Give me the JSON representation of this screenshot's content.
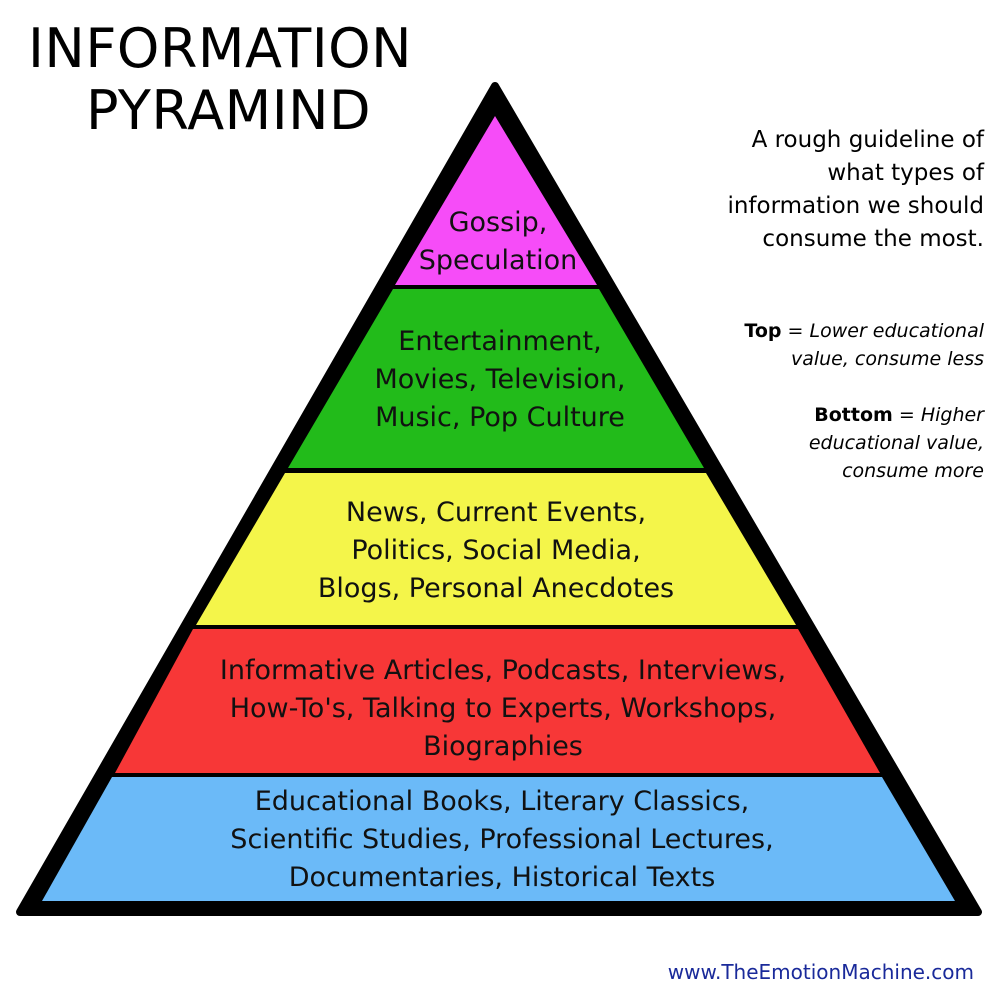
{
  "title": {
    "line1": "INFORMATION",
    "line2": "PYRAMIND"
  },
  "subtitle": {
    "lines": [
      "A rough guideline of",
      "what types of",
      "information we should",
      "consume the most."
    ]
  },
  "legend": {
    "top": {
      "key": "Top",
      "sep": " = ",
      "lines": [
        "Lower educational",
        "value, consume less"
      ]
    },
    "bottom": {
      "key": "Bottom",
      "sep": " = ",
      "lines": [
        "Higher",
        "educational value,",
        "consume more"
      ]
    }
  },
  "tiers": [
    {
      "color": "#f64cf8",
      "lines": [
        "Gossip,",
        "Speculation"
      ]
    },
    {
      "color": "#22bb1a",
      "lines": [
        "Entertainment,",
        "Movies, Television,",
        "Music, Pop Culture"
      ]
    },
    {
      "color": "#f4f54a",
      "lines": [
        "News, Current Events,",
        "Politics, Social Media,",
        "Blogs, Personal Anecdotes"
      ]
    },
    {
      "color": "#f73737",
      "lines": [
        "Informative Articles, Podcasts, Interviews,",
        "How-To's, Talking to Experts, Workshops,",
        "Biographies"
      ]
    },
    {
      "color": "#6bbaf8",
      "lines": [
        "Educational Books, Literary Classics,",
        "Scientific Studies, Professional Lectures,",
        "Documentaries, Historical Texts"
      ]
    }
  ],
  "footer": "www.TheEmotionMachine.com"
}
